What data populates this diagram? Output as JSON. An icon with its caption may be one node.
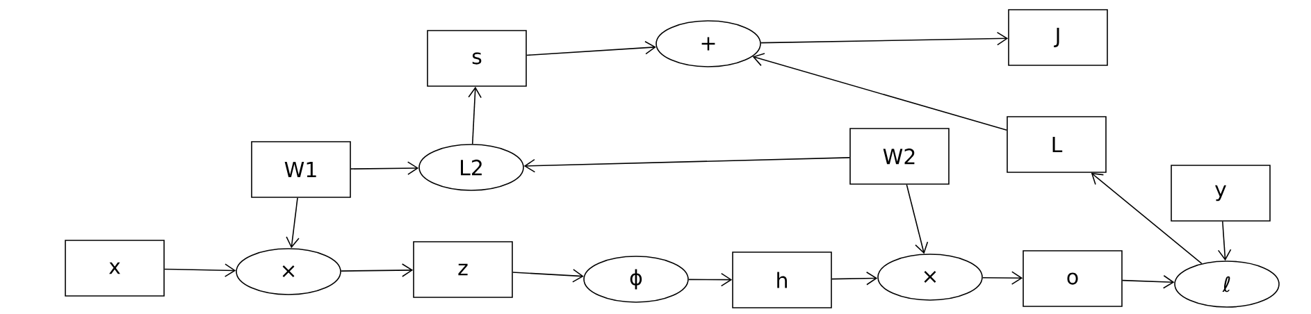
{
  "diagram": {
    "nodes": [
      {
        "text": [
          "x"
        ]
      },
      {
        "text": [
          "×"
        ]
      },
      {
        "text": [
          "z"
        ]
      },
      {
        "text": [
          "ϕ"
        ]
      },
      {
        "text": [
          "h"
        ]
      },
      {
        "text": [
          "×"
        ]
      },
      {
        "text": [
          "o"
        ]
      },
      {
        "text": [
          "ℓ"
        ]
      },
      {
        "text": [
          "y"
        ]
      },
      {
        "text": [
          "W1"
        ]
      },
      {
        "text": [
          "L2"
        ]
      },
      {
        "text": [
          "W2"
        ]
      },
      {
        "text": [
          "s"
        ]
      },
      {
        "text": [
          "+"
        ]
      },
      {
        "text": [
          "J"
        ]
      },
      {
        "text": [
          "L"
        ]
      }
    ],
    "edges": [
      {
        "from": 0,
        "to": 1,
        "arrow": "to"
      },
      {
        "from": 9,
        "to": 1,
        "arrow": "to"
      },
      {
        "from": 1,
        "to": 2,
        "arrow": "to"
      },
      {
        "from": 2,
        "to": 3,
        "arrow": "to"
      },
      {
        "from": 3,
        "to": 4,
        "arrow": "to"
      },
      {
        "from": 4,
        "to": 5,
        "arrow": "to"
      },
      {
        "from": 11,
        "to": 5,
        "arrow": "to"
      },
      {
        "from": 5,
        "to": 6,
        "arrow": "to"
      },
      {
        "from": 6,
        "to": 7,
        "arrow": "to"
      },
      {
        "from": 8,
        "to": 7,
        "arrow": "to"
      },
      {
        "from": 7,
        "to": 15,
        "arrow": "to"
      },
      {
        "from": 9,
        "to": 10,
        "arrow": "to"
      },
      {
        "from": 11,
        "to": 10,
        "arrow": "to"
      },
      {
        "from": 10,
        "to": 12,
        "arrow": "to"
      },
      {
        "from": 12,
        "to": 13,
        "arrow": "to"
      },
      {
        "from": 15,
        "to": 13,
        "arrow": "to"
      },
      {
        "from": 13,
        "to": 14,
        "arrow": "to"
      }
    ]
  }
}
